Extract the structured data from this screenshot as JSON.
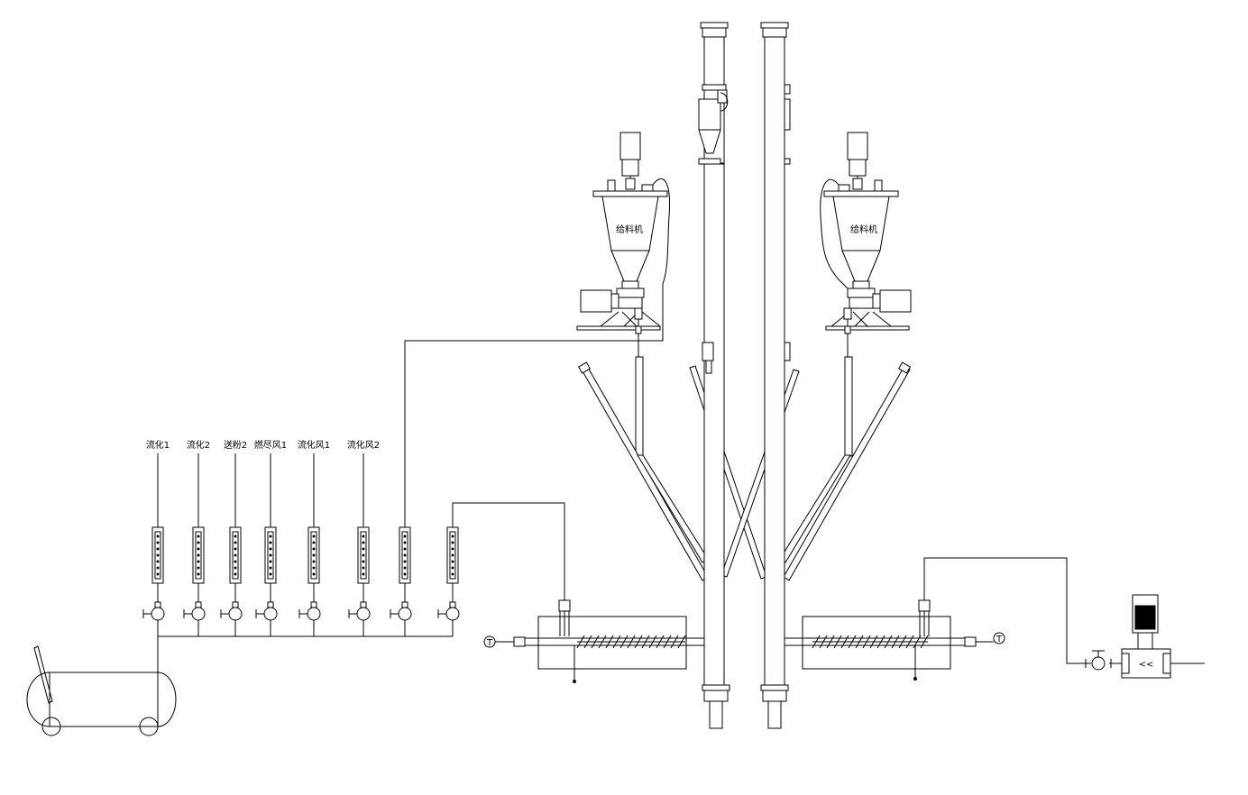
{
  "labels": {
    "flowmeters": [
      "流化1",
      "流化2",
      "送粉2",
      "燃尽风1",
      "流化风1",
      "流化风2"
    ],
    "feeder_left": "给料机",
    "feeder_right": "给料机",
    "thermo_left": "T",
    "thermo_right": "T",
    "pump_arrow": "<<"
  },
  "colors": {
    "line": "#000000",
    "background": "#ffffff"
  }
}
